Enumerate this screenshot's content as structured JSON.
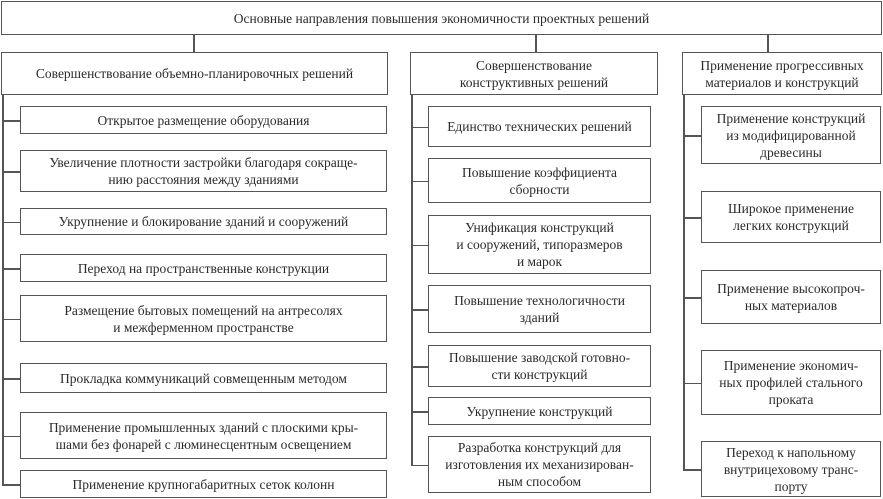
{
  "title": "Основные направления повышения экономичности проектных решений",
  "columns": [
    {
      "header": "Совершенствование объемно-планировочных решений",
      "items": [
        "Открытое размещение оборудования",
        "Увеличение плотности застройки благодаря сокраще-\nнию расстояния между зданиями",
        "Укрупнение и блокирование зданий и сооружений",
        "Переход на пространственные конструкции",
        "Размещение бытовых помещений на антресолях\nи межферменном пространстве",
        "Прокладка коммуникаций совмещенным методом",
        "Применение промышленных зданий с плоскими кры-\nшами без фонарей с люминесцентным освещением",
        "Применение крупногабаритных сеток колонн"
      ]
    },
    {
      "header": "Совершенствование\nконструктивных решений",
      "items": [
        "Единство технических решений",
        "Повышение коэффициента\nсборности",
        "Унификация конструкций\nи сооружений, типоразмеров\nи марок",
        "Повышение технологичности\nзданий",
        "Повышение заводской готовно-\nсти конструкций",
        "Укрупнение конструкций",
        "Разработка конструкций для\nизготовления их механизирован-\nным способом"
      ]
    },
    {
      "header": "Применение прогрессивных\nматериалов и конструкций",
      "items": [
        "Применение конструкций\nиз модифицированной\nдревесины",
        "Широкое применение\nлегких конструкций",
        "Применение высокопроч-\nных материалов",
        "Применение экономич-\nных профилей стального\nпроката",
        "Переход к напольному\nвнутрицеховому транс-\nпорту"
      ]
    }
  ]
}
